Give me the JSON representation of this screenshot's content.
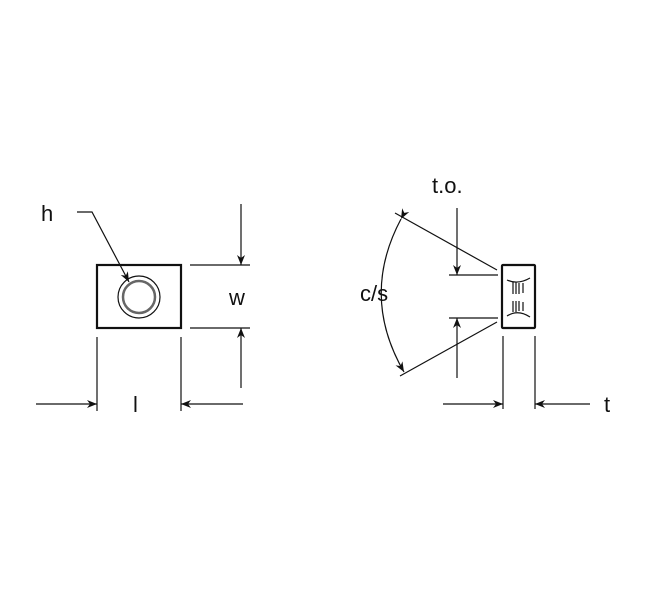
{
  "labels": {
    "hole": "h",
    "width": "w",
    "length": "l",
    "thread_offset": "t.o.",
    "countersink": "c/s",
    "thickness": "t"
  }
}
